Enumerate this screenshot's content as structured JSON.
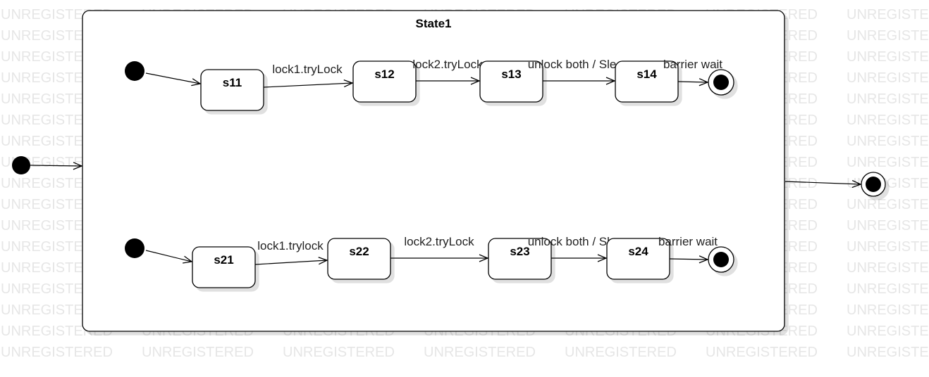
{
  "diagram": {
    "watermark": "UNREGISTERED",
    "composite_state": {
      "name": "State1"
    },
    "states": {
      "s11": "s11",
      "s12": "s12",
      "s13": "s13",
      "s14": "s14",
      "s21": "s21",
      "s22": "s22",
      "s23": "s23",
      "s24": "s24"
    },
    "transitions": {
      "t1_lock1": "lock1.tryLock",
      "t1_lock2": "lock2.tryLock",
      "t1_unlock": "unlock both / Sleep",
      "t1_barrier": "barrier wait",
      "t2_lock1": "lock1.trylock",
      "t2_lock2": "lock2.tryLock",
      "t2_unlock": "unlock both / Sleep",
      "t2_barrier": "barrier wait"
    }
  }
}
